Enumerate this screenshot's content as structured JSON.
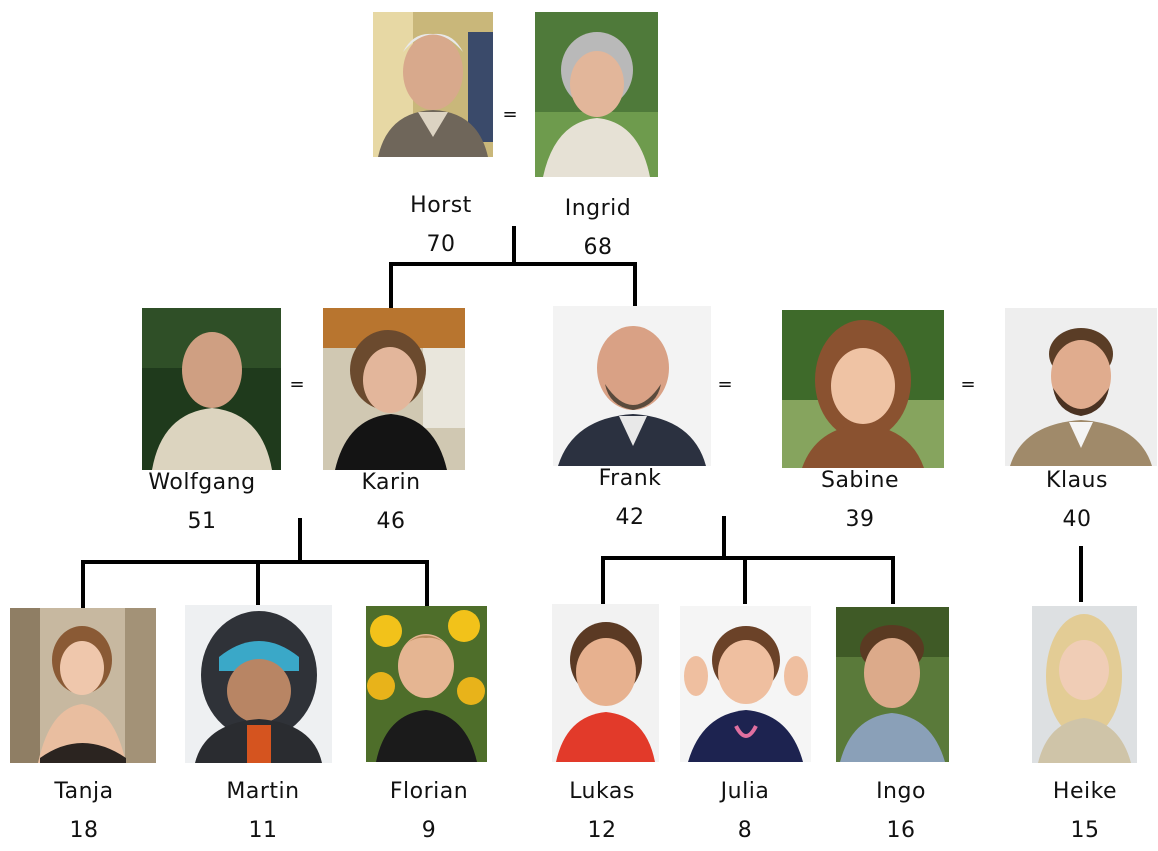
{
  "marriage_symbol": "=",
  "people": {
    "horst": {
      "name": "Horst",
      "age": "70"
    },
    "ingrid": {
      "name": "Ingrid",
      "age": "68"
    },
    "wolfgang": {
      "name": "Wolfgang",
      "age": "51"
    },
    "karin": {
      "name": "Karin",
      "age": "46"
    },
    "frank": {
      "name": "Frank",
      "age": "42"
    },
    "sabine": {
      "name": "Sabine",
      "age": "39"
    },
    "klaus": {
      "name": "Klaus",
      "age": "40"
    },
    "tanja": {
      "name": "Tanja",
      "age": "18"
    },
    "martin": {
      "name": "Martin",
      "age": "11"
    },
    "florian": {
      "name": "Florian",
      "age": "9"
    },
    "lukas": {
      "name": "Lukas",
      "age": "12"
    },
    "julia": {
      "name": "Julia",
      "age": "8"
    },
    "ingo": {
      "name": "Ingo",
      "age": "16"
    },
    "heike": {
      "name": "Heike",
      "age": "15"
    }
  }
}
